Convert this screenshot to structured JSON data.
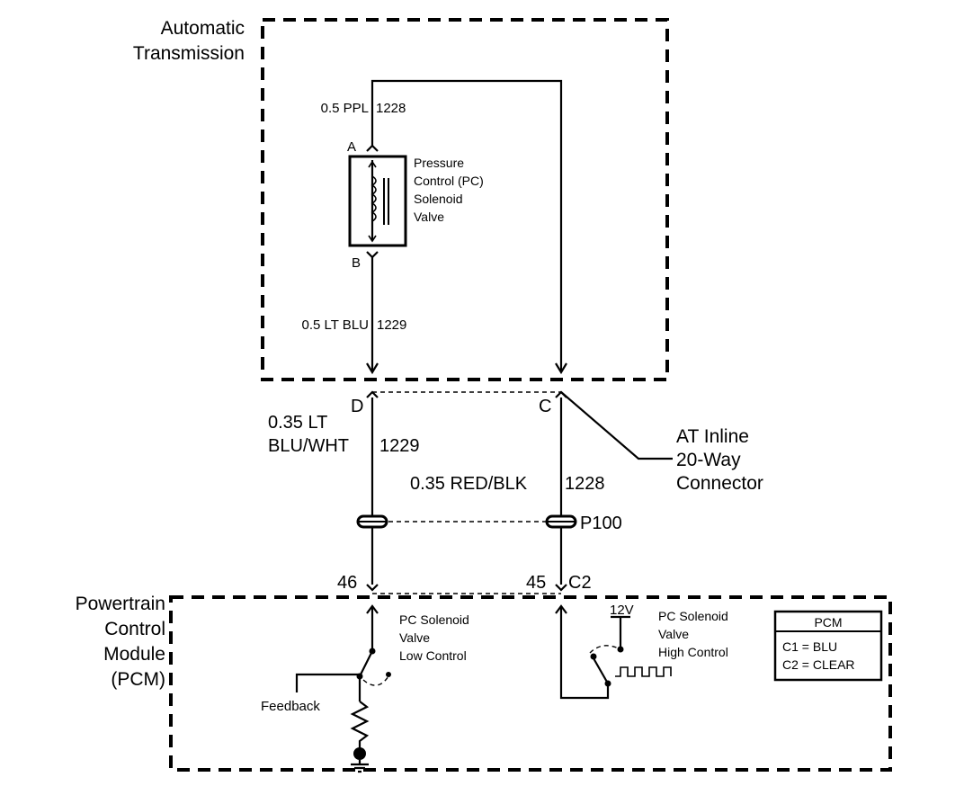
{
  "transmission": {
    "title_line1": "Automatic",
    "title_line2": "Transmission",
    "wire_top": "0.5 PPL",
    "wire_top_circuit": "1228",
    "pin_a": "A",
    "pin_b": "B",
    "solenoid_label_line1": "Pressure",
    "solenoid_label_line2": "Control (PC)",
    "solenoid_label_line3": "Solenoid",
    "solenoid_label_line4": "Valve",
    "wire_bottom": "0.5 LT BLU",
    "wire_bottom_circuit": "1229"
  },
  "connector": {
    "pin_d": "D",
    "pin_c": "C",
    "label_line1": "AT Inline",
    "label_line2": "20-Way",
    "label_line3": "Connector"
  },
  "wires": {
    "left_line1": "0.35 LT",
    "left_line2": "BLU/WHT",
    "left_circuit": "1229",
    "right": "0.35 RED/BLK",
    "right_circuit": "1228",
    "splice": "P100"
  },
  "pcm": {
    "pin_46": "46",
    "pin_45": "45",
    "connector_c2": "C2",
    "title_line1": "Powertrain",
    "title_line2": "Control",
    "title_line3": "Module",
    "title_line4": "(PCM)",
    "low_control_line1": "PC Solenoid",
    "low_control_line2": "Valve",
    "low_control_line3": "Low Control",
    "high_control_line1": "PC Solenoid",
    "high_control_line2": "Valve",
    "high_control_line3": "High Control",
    "voltage": "12V",
    "feedback": "Feedback",
    "legend_title": "PCM",
    "legend_c1": "C1 = BLU",
    "legend_c2": "C2 = CLEAR"
  }
}
